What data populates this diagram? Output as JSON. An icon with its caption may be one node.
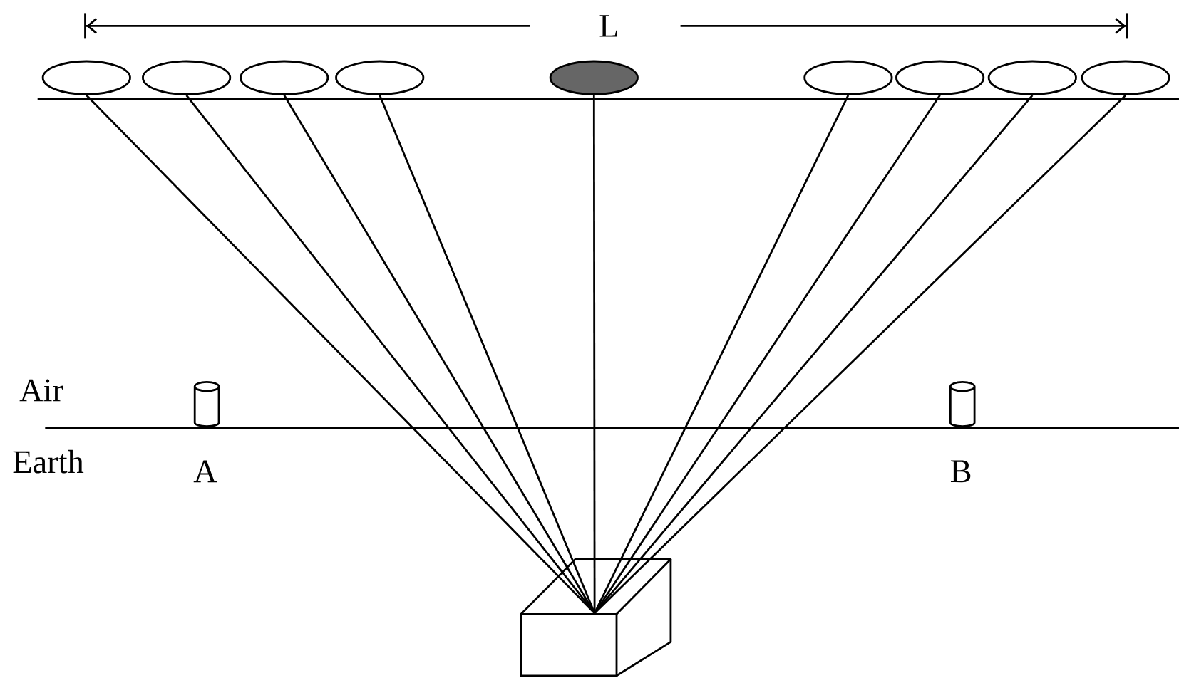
{
  "diagram": {
    "nodes": [
      {
        "text": [],
        "shape": "ellipse"
      },
      {
        "text": [],
        "shape": "ellipse"
      },
      {
        "text": [],
        "shape": "ellipse"
      },
      {
        "text": [],
        "shape": "ellipse"
      },
      {
        "text": [],
        "shape": "disc"
      },
      {
        "text": [],
        "shape": "ellipse"
      },
      {
        "text": [],
        "shape": "ellipse"
      },
      {
        "text": [],
        "shape": "ellipse"
      },
      {
        "text": [],
        "shape": "ellipse"
      },
      {
        "text": [],
        "shape": "box"
      }
    ],
    "edges": [
      {
        "from": 0,
        "to": 9,
        "arrow": "none"
      },
      {
        "from": 1,
        "to": 9,
        "arrow": "none"
      },
      {
        "from": 2,
        "to": 9,
        "arrow": "none"
      },
      {
        "from": 3,
        "to": 9,
        "arrow": "none"
      },
      {
        "from": 4,
        "to": 9,
        "arrow": "none"
      },
      {
        "from": 5,
        "to": 9,
        "arrow": "none"
      },
      {
        "from": 6,
        "to": 9,
        "arrow": "none"
      },
      {
        "from": 7,
        "to": 9,
        "arrow": "none"
      },
      {
        "from": 8,
        "to": 9,
        "arrow": "none"
      }
    ],
    "labels": [
      "L",
      "Air",
      "Earth",
      "A",
      "B"
    ]
  }
}
